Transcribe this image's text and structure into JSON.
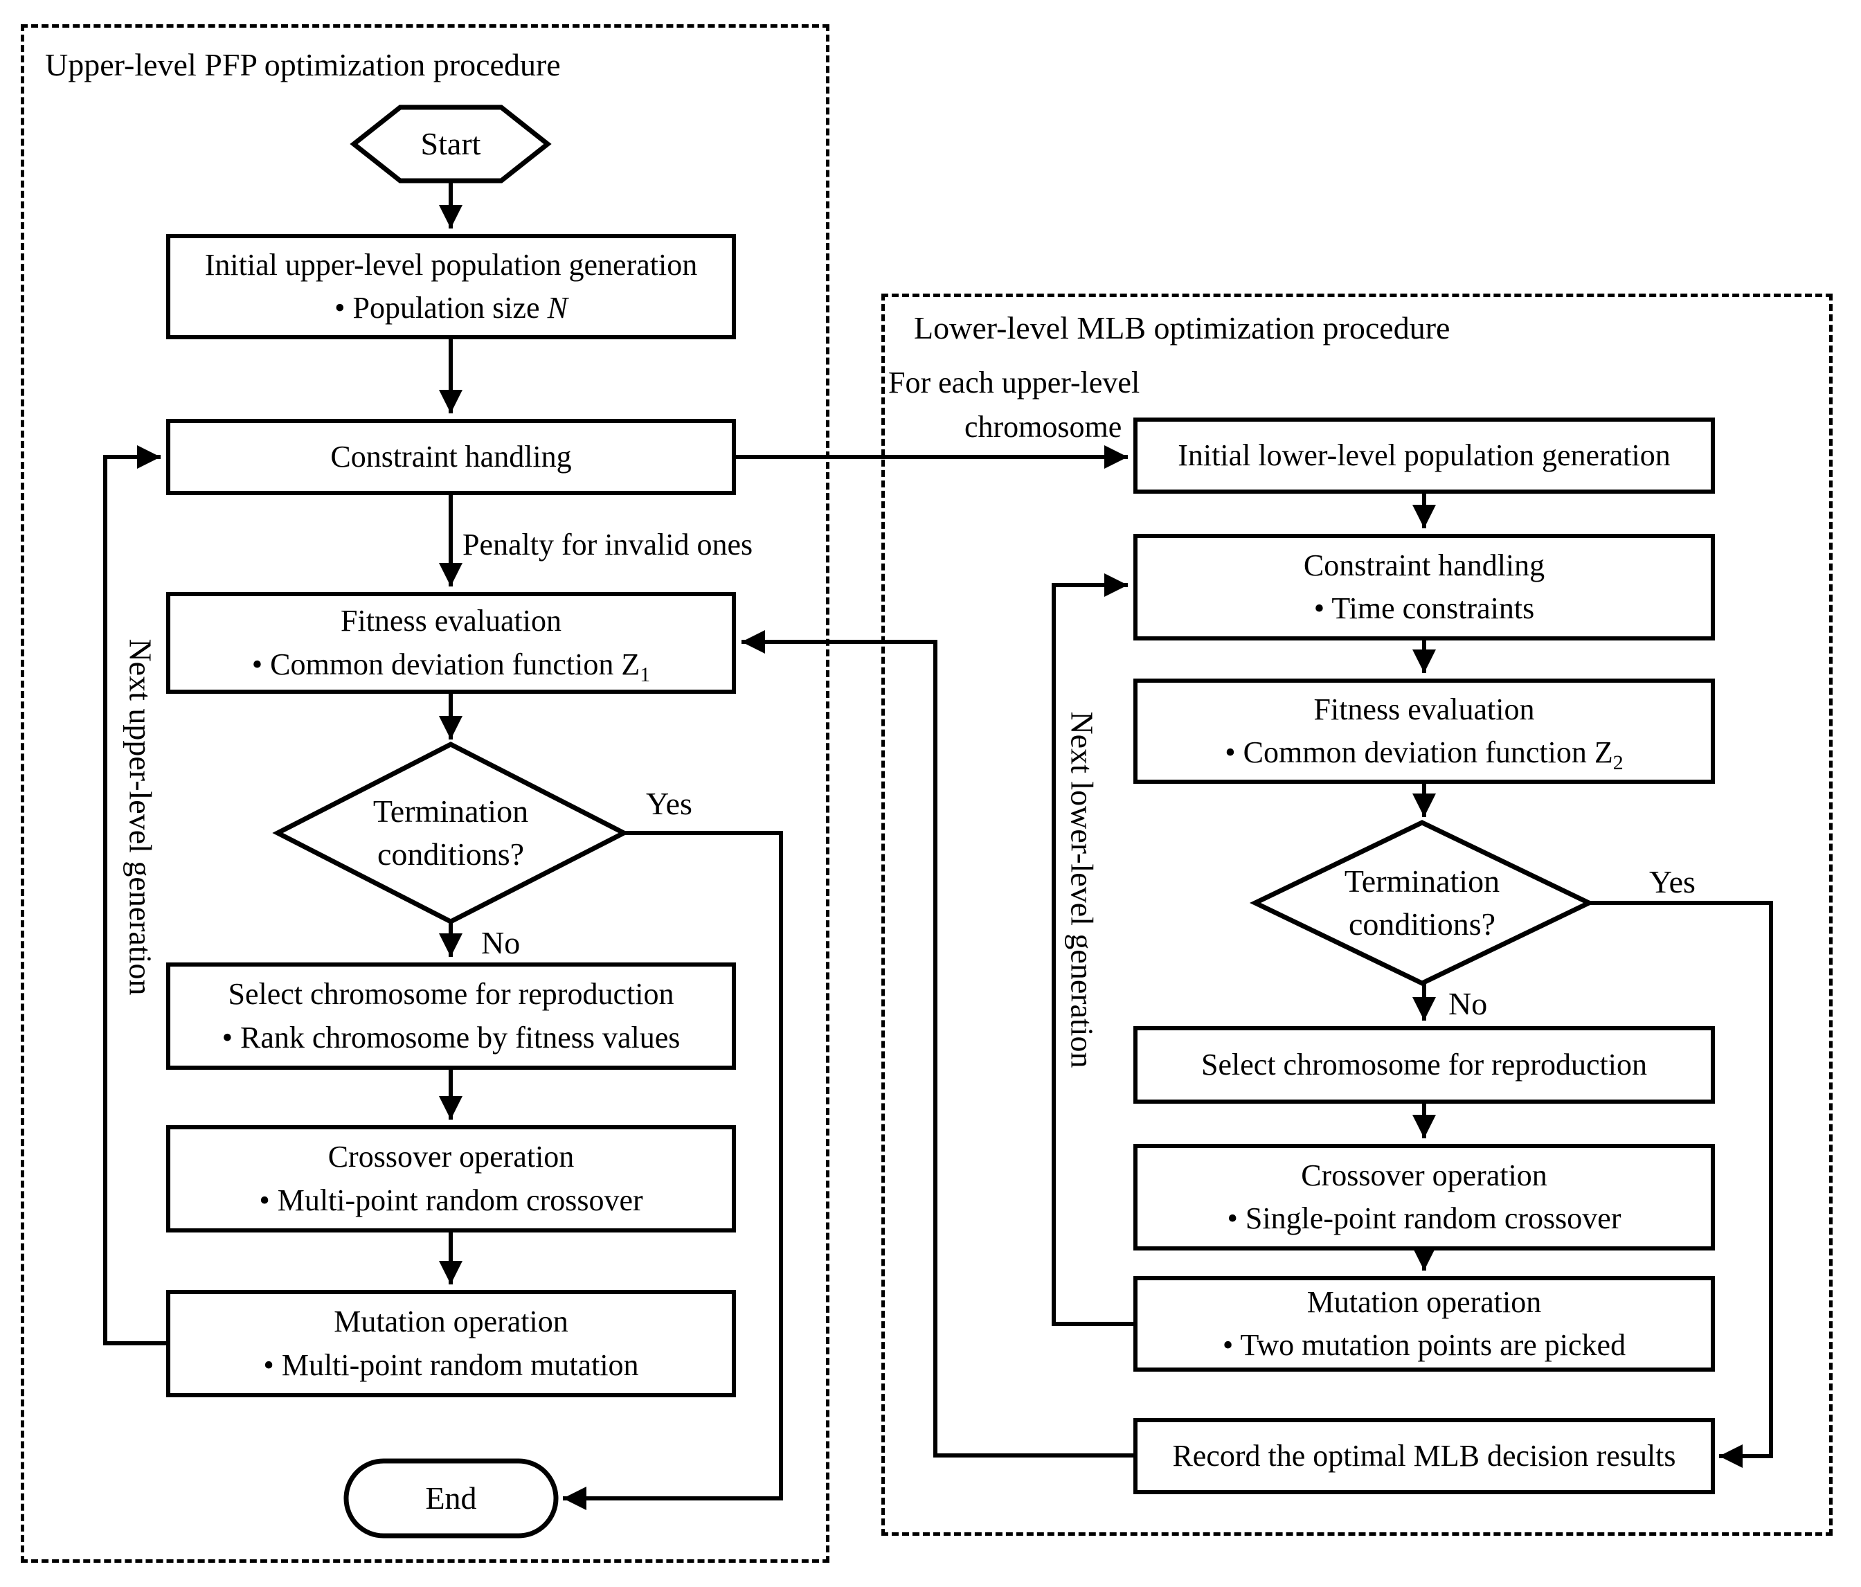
{
  "colors": {
    "ink": "#000000",
    "background": "#ffffff"
  },
  "upper_panel": {
    "title": "Upper-level PFP optimization procedure",
    "start_label": "Start",
    "end_label": "End",
    "boxes": {
      "initial": {
        "line1": "Initial upper-level population generation",
        "bullet_prefix": "• Population size ",
        "bullet_var": "N"
      },
      "constraint": {
        "line1": "Constraint handling"
      },
      "fitness": {
        "line1": "Fitness evaluation",
        "bullet_prefix": "• Common deviation function ",
        "bullet_var": "Z",
        "bullet_sub": "1"
      },
      "select": {
        "line1": "Select chromosome for reproduction",
        "bullet": "• Rank chromosome by fitness values"
      },
      "crossover": {
        "line1": "Crossover operation",
        "bullet": "• Multi-point random crossover"
      },
      "mutation": {
        "line1": "Mutation operation",
        "bullet": "• Multi-point random mutation"
      }
    },
    "diamond": {
      "line1": "Termination",
      "line2": "conditions?"
    },
    "labels": {
      "penalty": "Penalty for invalid ones",
      "yes": "Yes",
      "no": "No",
      "loop": "Next upper-level generation"
    }
  },
  "lower_panel": {
    "title": "Lower-level MLB optimization procedure",
    "entry_label_line1": "For each upper-level",
    "entry_label_line2": "chromosome",
    "boxes": {
      "initial": {
        "line1": "Initial lower-level population generation"
      },
      "constraint": {
        "line1": "Constraint handling",
        "bullet": "• Time constraints"
      },
      "fitness": {
        "line1": "Fitness evaluation",
        "bullet_prefix": "• Common deviation function ",
        "bullet_var": "Z",
        "bullet_sub": "2"
      },
      "select": {
        "line1": "Select chromosome for reproduction"
      },
      "crossover": {
        "line1": "Crossover operation",
        "bullet": "• Single-point random crossover"
      },
      "mutation": {
        "line1": "Mutation operation",
        "bullet": "• Two mutation points are picked"
      },
      "record": {
        "line1": "Record the optimal MLB decision results"
      }
    },
    "diamond": {
      "line1": "Termination",
      "line2": "conditions?"
    },
    "labels": {
      "yes": "Yes",
      "no": "No",
      "loop": "Next lower-level generation"
    }
  }
}
